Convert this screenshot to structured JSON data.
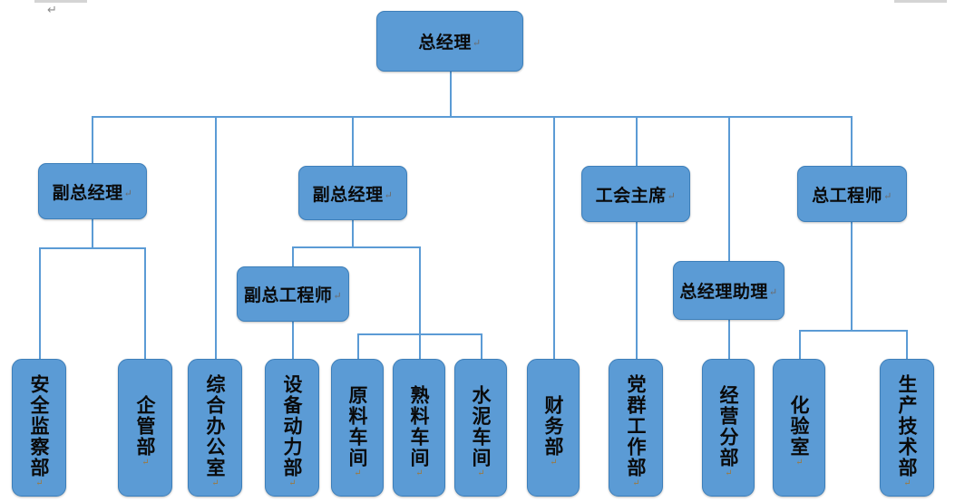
{
  "document": {
    "type": "organization-chart",
    "language": "zh-CN",
    "stray_pilcrow": "↵"
  },
  "chart_data": {
    "type": "diagram",
    "title": "总经理",
    "root": "gm",
    "nodes": [
      {
        "id": "gm",
        "label": "总经理",
        "level": 1,
        "orientation": "horizontal",
        "parent": null
      },
      {
        "id": "dgm1",
        "label": "副总经理",
        "level": 2,
        "orientation": "horizontal",
        "parent": "gm"
      },
      {
        "id": "dgm2",
        "label": "副总经理",
        "level": 2,
        "orientation": "horizontal",
        "parent": "gm"
      },
      {
        "id": "union",
        "label": "工会主席",
        "level": 2,
        "orientation": "horizontal",
        "parent": "gm"
      },
      {
        "id": "chiefeng",
        "label": "总工程师",
        "level": 2,
        "orientation": "horizontal",
        "parent": "gm"
      },
      {
        "id": "dchiefeng",
        "label": "副总工程师",
        "level": 3,
        "orientation": "horizontal",
        "parent": "dgm2"
      },
      {
        "id": "gmassist",
        "label": "总经理助理",
        "level": 3,
        "orientation": "horizontal",
        "parent": "gm"
      },
      {
        "id": "safety",
        "label": "安全监察部",
        "level": 4,
        "orientation": "vertical",
        "parent": "dgm1"
      },
      {
        "id": "entmgmt",
        "label": "企管部",
        "level": 4,
        "orientation": "vertical",
        "parent": "dgm1"
      },
      {
        "id": "genoffice",
        "label": "综合办公室",
        "level": 4,
        "orientation": "vertical",
        "parent": "gm"
      },
      {
        "id": "equipment",
        "label": "设备动力部",
        "level": 4,
        "orientation": "vertical",
        "parent": "dchiefeng"
      },
      {
        "id": "rawmat",
        "label": "原料车间",
        "level": 4,
        "orientation": "vertical",
        "parent": "dgm2"
      },
      {
        "id": "clinker",
        "label": "熟料车间",
        "level": 4,
        "orientation": "vertical",
        "parent": "dgm2"
      },
      {
        "id": "cement",
        "label": "水泥车间",
        "level": 4,
        "orientation": "vertical",
        "parent": "dgm2"
      },
      {
        "id": "finance",
        "label": "财务部",
        "level": 4,
        "orientation": "vertical",
        "parent": "gm"
      },
      {
        "id": "party",
        "label": "党群工作部",
        "level": 4,
        "orientation": "vertical",
        "parent": "union"
      },
      {
        "id": "bizdiv",
        "label": "经营分部",
        "level": 4,
        "orientation": "vertical",
        "parent": "gmassist"
      },
      {
        "id": "lab",
        "label": "化验室",
        "level": 4,
        "orientation": "vertical",
        "parent": "chiefeng"
      },
      {
        "id": "prodtech",
        "label": "生产技术部",
        "level": 4,
        "orientation": "vertical",
        "parent": "chiefeng"
      }
    ],
    "edges": [
      {
        "from": "gm",
        "to": "dgm1"
      },
      {
        "from": "gm",
        "to": "dgm2"
      },
      {
        "from": "gm",
        "to": "union"
      },
      {
        "from": "gm",
        "to": "chiefeng"
      },
      {
        "from": "gm",
        "to": "genoffice"
      },
      {
        "from": "gm",
        "to": "finance"
      },
      {
        "from": "gm",
        "to": "gmassist"
      },
      {
        "from": "dgm1",
        "to": "safety"
      },
      {
        "from": "dgm1",
        "to": "entmgmt"
      },
      {
        "from": "dgm2",
        "to": "dchiefeng"
      },
      {
        "from": "dgm2",
        "to": "rawmat"
      },
      {
        "from": "dgm2",
        "to": "clinker"
      },
      {
        "from": "dgm2",
        "to": "cement"
      },
      {
        "from": "dchiefeng",
        "to": "equipment"
      },
      {
        "from": "union",
        "to": "party"
      },
      {
        "from": "gmassist",
        "to": "bizdiv"
      },
      {
        "from": "chiefeng",
        "to": "lab"
      },
      {
        "from": "chiefeng",
        "to": "prodtech"
      }
    ],
    "colors": {
      "node_fill": "#5b9bd5",
      "node_border": "#3d7fba",
      "connector": "#5b9bd5",
      "text": "#0a0a0a",
      "background": "#ffffff",
      "margin_guide": "#d4d4d4"
    }
  }
}
